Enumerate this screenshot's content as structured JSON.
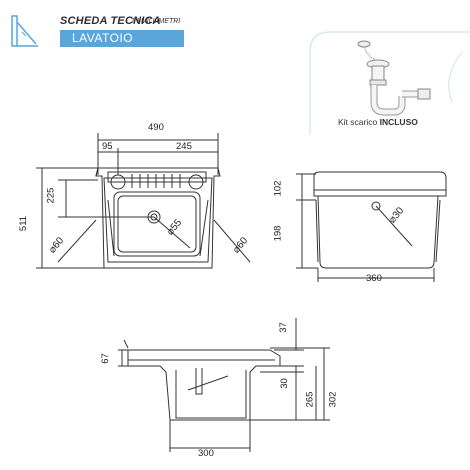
{
  "header": {
    "title": "SCHEDA TECNICA",
    "subtitle": "IN MILLIMETRI",
    "product": "LAVATOIO"
  },
  "kit": {
    "label_prefix": "Kit scarico",
    "label_strong": "INCLUSO"
  },
  "front_view": {
    "width": "490",
    "left_offset": "95",
    "center_offset": "245",
    "depth_top": "225",
    "height": "511",
    "hole_left": "60",
    "hole_drain": "55",
    "hole_right": "60"
  },
  "side_view": {
    "top_height": "102",
    "basin_height": "198",
    "width": "360",
    "hole": "30"
  },
  "bottom_view": {
    "rim": "37",
    "edge": "67",
    "drain_depth": "30",
    "inner_height": "265",
    "total_height": "302",
    "base_width": "300"
  },
  "colors": {
    "accent": "#5aa6d8",
    "line": "#333333"
  }
}
